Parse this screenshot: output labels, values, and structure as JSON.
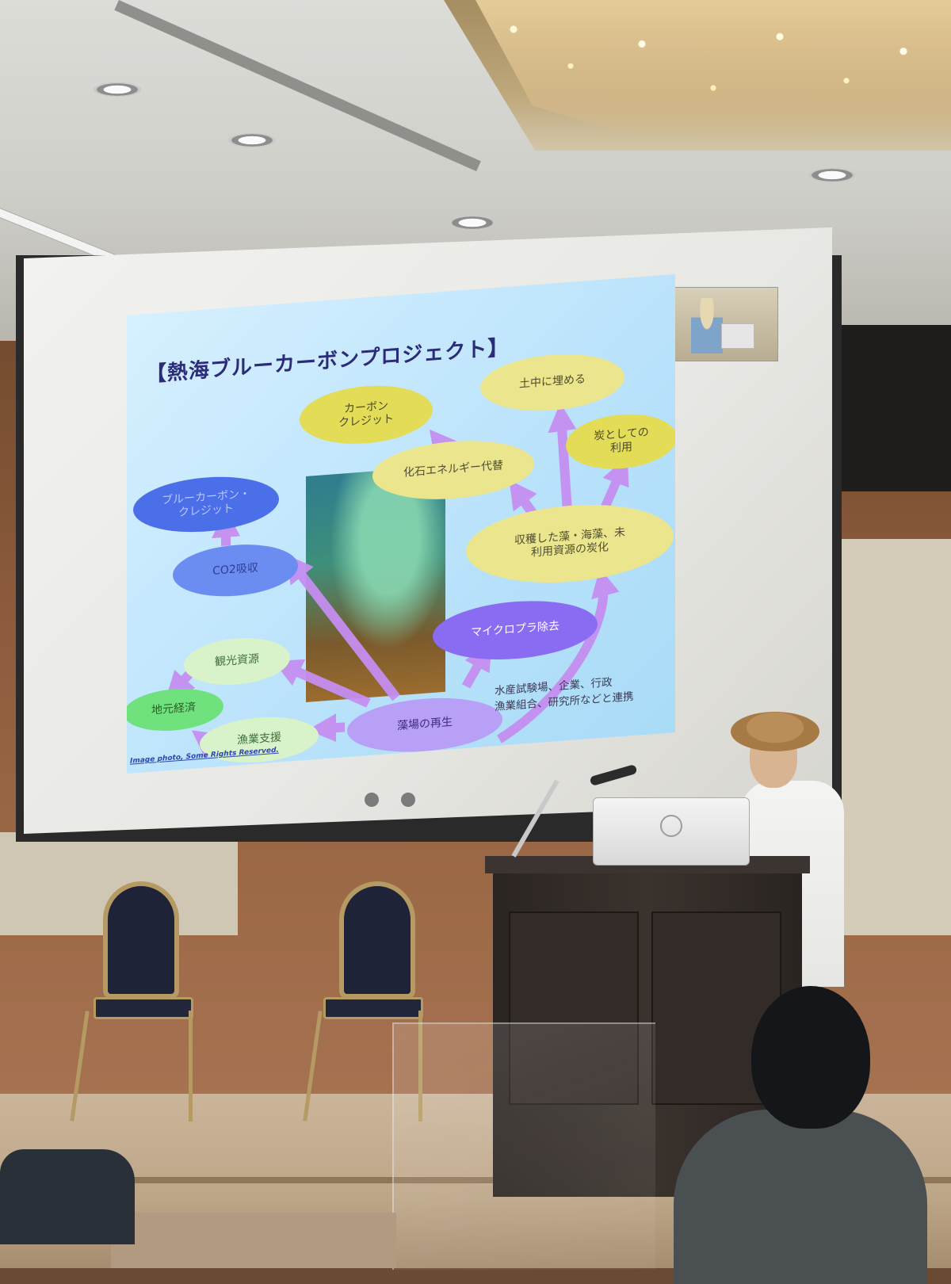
{
  "slide": {
    "title": "【熱海ブルーカーボンプロジェクト】",
    "nodes": {
      "carbon_credit": "カーボン\nクレジット",
      "bury_underground": "土中に埋める",
      "fossil_energy_substitute": "化石エネルギー代替",
      "use_as_charcoal": "炭としての\n利用",
      "blue_carbon_credit": "ブルーカーボン・\nクレジット",
      "co2_absorption": "CO2吸収",
      "carbonization": "収穫した藻・海藻、未\n利用資源の炭化",
      "microplastic_removal": "マイクロプラ除去",
      "tourism_resource": "観光資源",
      "local_economy": "地元経済",
      "fishery_support": "漁業支援",
      "seaweed_bed_regeneration": "藻場の再生"
    },
    "note": "水産試験場、企業、行政\n漁業組合、研究所などと連携",
    "credit": "Image photo, Some Rights Reserved."
  },
  "colors": {
    "slide_background": "#b9e2fb",
    "title": "#2b2b7a",
    "arrow": "#c58ef0",
    "yellow_node": "#e3dc57",
    "blue_node": "#4a6fe8",
    "violet_node": "#8a6cf3",
    "green_node": "#6fe27d"
  },
  "icons": {
    "laptop_logo": "hp-logo-icon"
  }
}
